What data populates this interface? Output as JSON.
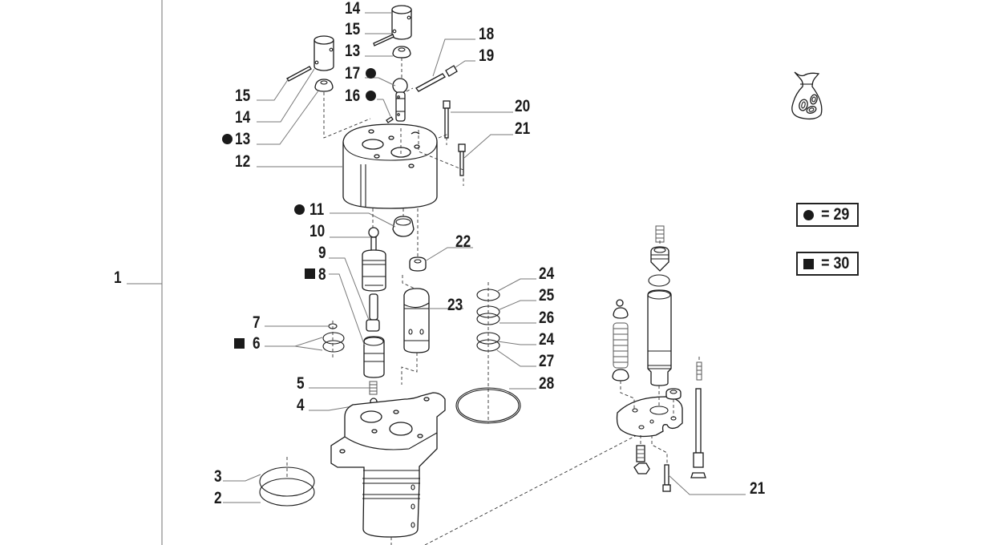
{
  "diagram": {
    "type": "exploded-parts-view",
    "assembly_label": "1",
    "callouts": [
      {
        "id": "c14a",
        "number": "14",
        "marker": ""
      },
      {
        "id": "c15a",
        "number": "15",
        "marker": ""
      },
      {
        "id": "c13a",
        "number": "13",
        "marker": ""
      },
      {
        "id": "c18",
        "number": "18",
        "marker": ""
      },
      {
        "id": "c19",
        "number": "19",
        "marker": ""
      },
      {
        "id": "c17",
        "number": "17",
        "marker": "circle"
      },
      {
        "id": "c16",
        "number": "16",
        "marker": "circle"
      },
      {
        "id": "c20",
        "number": "20",
        "marker": ""
      },
      {
        "id": "c21a",
        "number": "21",
        "marker": ""
      },
      {
        "id": "c15b",
        "number": "15",
        "marker": ""
      },
      {
        "id": "c14b",
        "number": "14",
        "marker": ""
      },
      {
        "id": "c13b",
        "number": "13",
        "marker": "circle"
      },
      {
        "id": "c12",
        "number": "12",
        "marker": ""
      },
      {
        "id": "c11",
        "number": "11",
        "marker": "circle"
      },
      {
        "id": "c10",
        "number": "10",
        "marker": ""
      },
      {
        "id": "c9",
        "number": "9",
        "marker": ""
      },
      {
        "id": "c8",
        "number": "8",
        "marker": "square"
      },
      {
        "id": "c7",
        "number": "7",
        "marker": ""
      },
      {
        "id": "c6",
        "number": "6",
        "marker": "square"
      },
      {
        "id": "c5",
        "number": "5",
        "marker": ""
      },
      {
        "id": "c4",
        "number": "4",
        "marker": ""
      },
      {
        "id": "c3",
        "number": "3",
        "marker": ""
      },
      {
        "id": "c2",
        "number": "2",
        "marker": ""
      },
      {
        "id": "c22",
        "number": "22",
        "marker": ""
      },
      {
        "id": "c23",
        "number": "23",
        "marker": ""
      },
      {
        "id": "c24a",
        "number": "24",
        "marker": ""
      },
      {
        "id": "c25",
        "number": "25",
        "marker": ""
      },
      {
        "id": "c26",
        "number": "26",
        "marker": ""
      },
      {
        "id": "c24b",
        "number": "24",
        "marker": ""
      },
      {
        "id": "c27",
        "number": "27",
        "marker": ""
      },
      {
        "id": "c28",
        "number": "28",
        "marker": ""
      },
      {
        "id": "c21b",
        "number": "21",
        "marker": ""
      }
    ],
    "legend": [
      {
        "symbol": "circle",
        "text": "= 29"
      },
      {
        "symbol": "square",
        "text": "= 30"
      }
    ],
    "icons": {
      "kit_bag": "parts-bag-icon"
    }
  }
}
